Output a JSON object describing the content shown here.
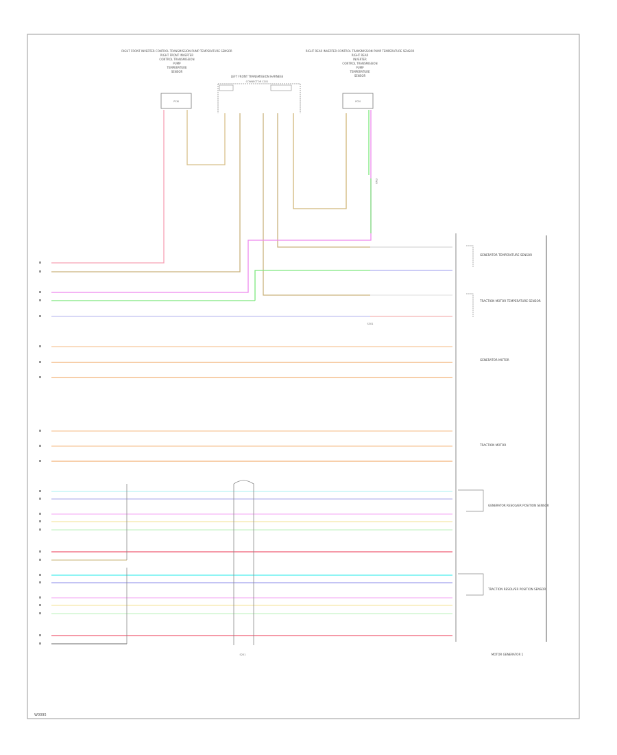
{
  "top_components": {
    "left_sensor": "RIGHT FRONT INVERTER CONTROL TRANSMISSION PUMP TEMPERATURE SENSOR",
    "center_connector": "LEFT FRONT TRANSMISSION HARNESS",
    "center_connector_sub": "CONNECTOR C101",
    "right_sensor": "RIGHT REAR INVERTER CONTROL TRANSMISSION PUMP TEMPERATURE SENSOR",
    "box_label": "PCM"
  },
  "right_components": {
    "generator_temp": "GENERATOR TEMPERATURE SENSOR",
    "traction_temp": "TRACTION MOTOR TEMPERATURE SENSOR",
    "generator_motor": "GENERATOR MOTOR",
    "traction_motor": "TRACTION MOTOR",
    "generator_resolver": "GENERATOR RESOLVER POSITION SENSOR",
    "traction_resolver": "TRACTION RESOLVER POSITION SENSOR",
    "bottom_label": "MOTOR GENERATOR 1"
  },
  "splice_label": "S201",
  "stub_label": "S301",
  "gnd_label": "GND",
  "footer_id": "W0095"
}
